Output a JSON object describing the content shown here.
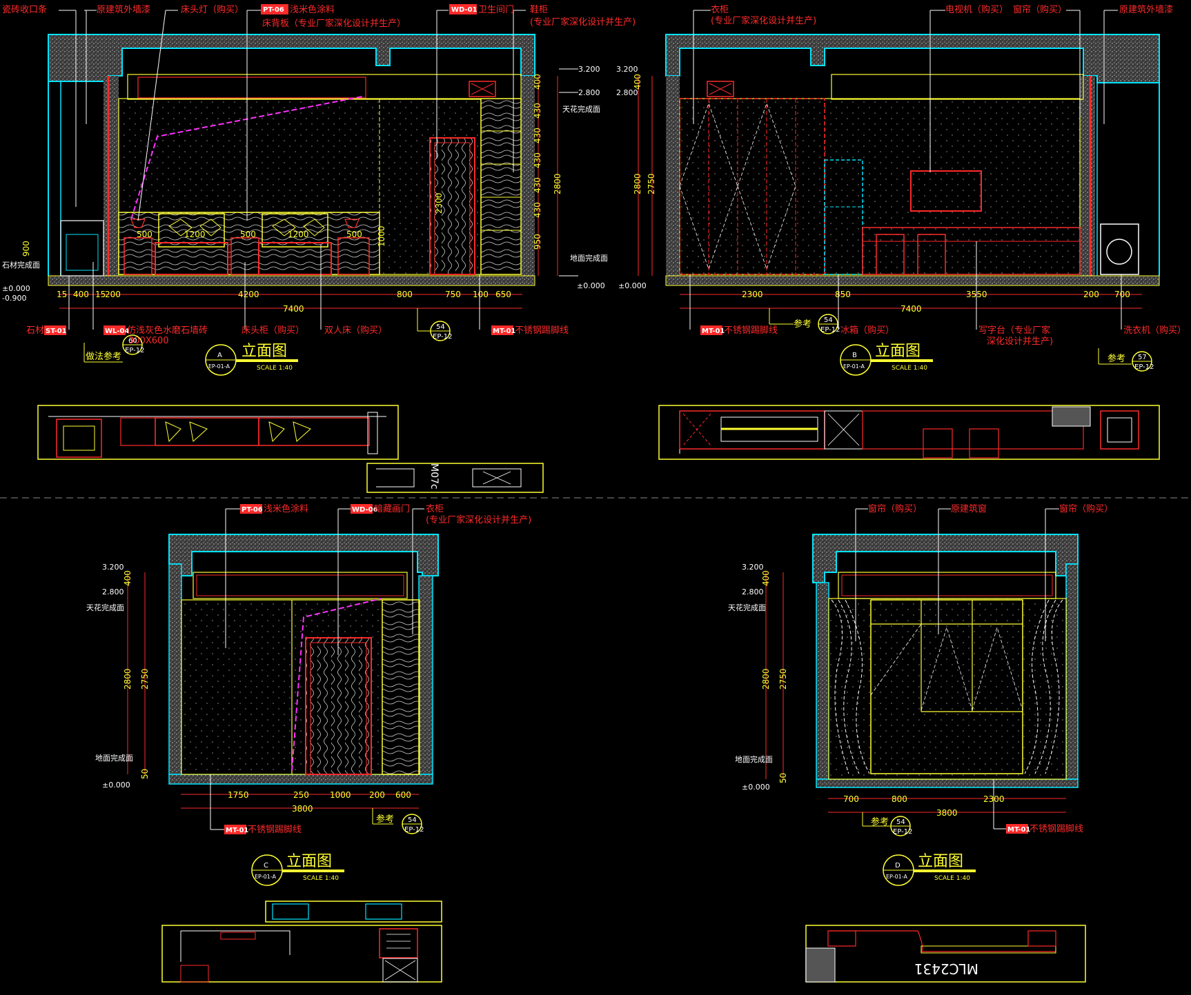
{
  "colors": {
    "background": "#000000",
    "wall_hatch": "#8a8a8a",
    "wall_outline": "#00e5ff",
    "annotation": "#ff2a2a",
    "dimension": "#ffff33",
    "white": "#ffffff",
    "magenta": "#ff33ff"
  },
  "elevation_a": {
    "title": "立面图",
    "grid_id": "A",
    "sheet_ref": "EP-01-A",
    "scale": "SCALE 1:40",
    "callouts": [
      {
        "code": "",
        "text": "瓷砖收口条"
      },
      {
        "code": "",
        "text": "原建筑外墙漆"
      },
      {
        "code": "",
        "text": "床头灯（购买）"
      },
      {
        "code": "PT-06",
        "text": "浅米色涂料"
      },
      {
        "code": "",
        "text": "床背板（专业厂家深化设计并生产）"
      },
      {
        "code": "WD-01",
        "text": "卫生间门"
      },
      {
        "code": "",
        "text": "鞋柜"
      },
      {
        "code": "",
        "text": "(专业厂家深化设计并生产)"
      }
    ],
    "bottom_callouts": [
      {
        "code": "ST-01",
        "text": "石材"
      },
      {
        "code": "WL-04",
        "text": "仿浅灰色水磨石墙砖"
      },
      {
        "code": "",
        "text": "300X600"
      },
      {
        "code": "",
        "text": "床头柜（购买）"
      },
      {
        "code": "",
        "text": "双人床（购买）"
      },
      {
        "code": "MT-01",
        "text": "不锈钢踢脚线"
      }
    ],
    "ref_note": "做法参考",
    "detail_refs": [
      {
        "num": "60",
        "sheet": "EP-12"
      },
      {
        "num": "54",
        "sheet": "EP-12"
      }
    ],
    "level_labels": [
      "±0.000",
      "-0.900",
      "石材完成面",
      "900"
    ],
    "bed_dims": [
      "500",
      "1200",
      "500",
      "1200",
      "500"
    ],
    "inner_dims": [
      "1000",
      "2300"
    ],
    "bottom_dims": [
      "15",
      "400",
      "15",
      "200",
      "4200",
      "800",
      "750",
      "100",
      "650"
    ],
    "total_dim": "7400"
  },
  "height_chain": {
    "levels": [
      "3.200",
      "2.800",
      "±0.000"
    ],
    "segments": [
      "400",
      "430",
      "430",
      "430",
      "430",
      "430",
      "950"
    ],
    "total_a": "2800",
    "total_b": "2750",
    "ceiling_label": "天花完成面",
    "floor_label": "地面完成面"
  },
  "elevation_b": {
    "title": "立面图",
    "grid_id": "B",
    "sheet_ref": "EP-01-A",
    "scale": "SCALE 1:40",
    "callouts": [
      {
        "code": "",
        "text": "衣柜"
      },
      {
        "code": "",
        "text": "(专业厂家深化设计并生产)"
      },
      {
        "code": "",
        "text": "电视机（购买）"
      },
      {
        "code": "",
        "text": "窗帘（购买）"
      },
      {
        "code": "",
        "text": "原建筑外墙漆"
      }
    ],
    "bottom_callouts": [
      {
        "code": "MT-01",
        "text": "不锈钢踢脚线"
      },
      {
        "code": "",
        "text": "冰箱（购买）"
      },
      {
        "code": "",
        "text": "写字台（专业厂家"
      },
      {
        "code": "",
        "text": "深化设计并生产)"
      },
      {
        "code": "",
        "text": "洗衣机（购买）"
      }
    ],
    "ref_note": "参考",
    "detail_refs": [
      {
        "num": "54",
        "sheet": "EP-12"
      },
      {
        "num": "57",
        "sheet": "EP-12"
      }
    ],
    "levels": [
      "3.200",
      "2.800",
      "±0.000"
    ],
    "height_dims": [
      "400",
      "2800",
      "2750"
    ],
    "bottom_dims": [
      "2300",
      "850",
      "3550",
      "200",
      "700"
    ],
    "total_dim": "7400"
  },
  "elevation_c": {
    "title": "立面图",
    "grid_id": "C",
    "sheet_ref": "EP-01-A",
    "scale": "SCALE 1:40",
    "callouts": [
      {
        "code": "PT-06",
        "text": "浅米色涂料"
      },
      {
        "code": "WD-06",
        "text": "暗藏画门"
      },
      {
        "code": "",
        "text": "衣柜"
      },
      {
        "code": "",
        "text": "(专业厂家深化设计并生产)"
      }
    ],
    "bottom_callouts": [
      {
        "code": "MT-01",
        "text": "不锈钢踢脚线"
      }
    ],
    "ref_note": "参考",
    "detail_refs": [
      {
        "num": "54",
        "sheet": "EP-12"
      }
    ],
    "levels": [
      "3.200",
      "2.800",
      "±0.000"
    ],
    "ceiling_label": "天花完成面",
    "floor_label": "地面完成面",
    "height_dims": [
      "400",
      "2800",
      "2750",
      "50"
    ],
    "bottom_dims": [
      "1750",
      "250",
      "1000",
      "200",
      "600"
    ],
    "total_dim": "3800"
  },
  "elevation_d": {
    "title": "立面图",
    "grid_id": "D",
    "sheet_ref": "EP-01-A",
    "scale": "SCALE 1:40",
    "callouts": [
      {
        "code": "",
        "text": "窗帘（购买）"
      },
      {
        "code": "",
        "text": "原建筑窗"
      },
      {
        "code": "",
        "text": "窗帘（购买）"
      }
    ],
    "bottom_callouts": [
      {
        "code": "MT-01",
        "text": "不锈钢踢脚线"
      }
    ],
    "ref_note": "参考",
    "detail_refs": [
      {
        "num": "54",
        "sheet": "EP-12"
      }
    ],
    "levels": [
      "3.200",
      "2.800",
      "±0.000"
    ],
    "ceiling_label": "天花完成面",
    "floor_label": "地面完成面",
    "height_dims": [
      "400",
      "2800",
      "2750",
      "50"
    ],
    "bottom_dims": [
      "700",
      "800",
      "2300"
    ],
    "total_dim": "3800"
  },
  "plans": {
    "a_small_label": "M07c",
    "d_label": "MLC2431"
  }
}
